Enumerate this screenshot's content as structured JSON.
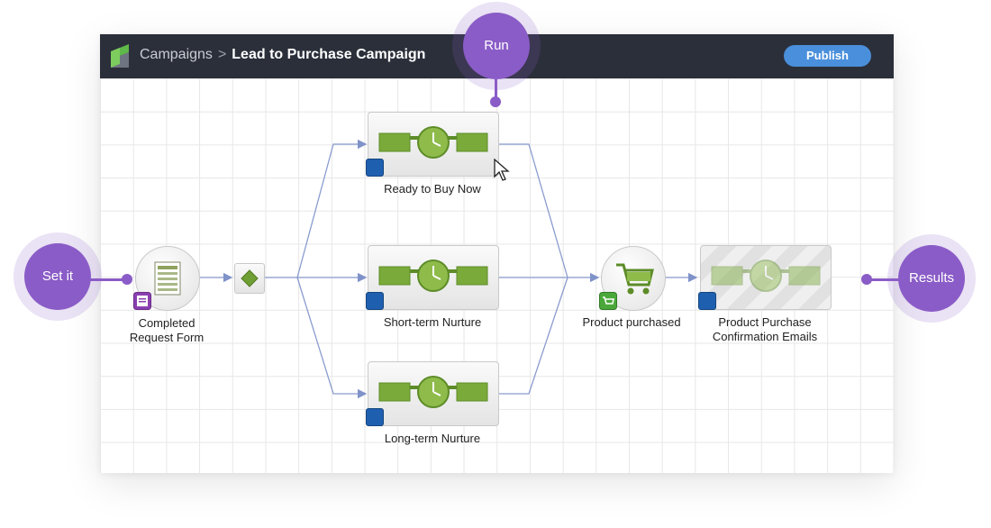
{
  "header": {
    "breadcrumb_root": "Campaigns",
    "breadcrumb_separator": ">",
    "campaign_title": "Lead to Purchase Campaign",
    "publish_label": "Publish"
  },
  "nodes": {
    "trigger": "Completed\nRequest Form",
    "wait_1": "Ready to Buy Now",
    "wait_2": "Short-term Nurture",
    "wait_3": "Long-term Nurture",
    "product": "Product purchased",
    "email": "Product Purchase\nConfirmation Emails"
  },
  "callouts": {
    "set": "Set it",
    "run": "Run",
    "results": "Results"
  },
  "colors": {
    "accent_purple": "#8a5cc7",
    "publish_blue": "#4a8fdb",
    "topbar": "#2b2f3a",
    "connector": "#8a9ccf",
    "node_green": "#7aaa3a"
  }
}
